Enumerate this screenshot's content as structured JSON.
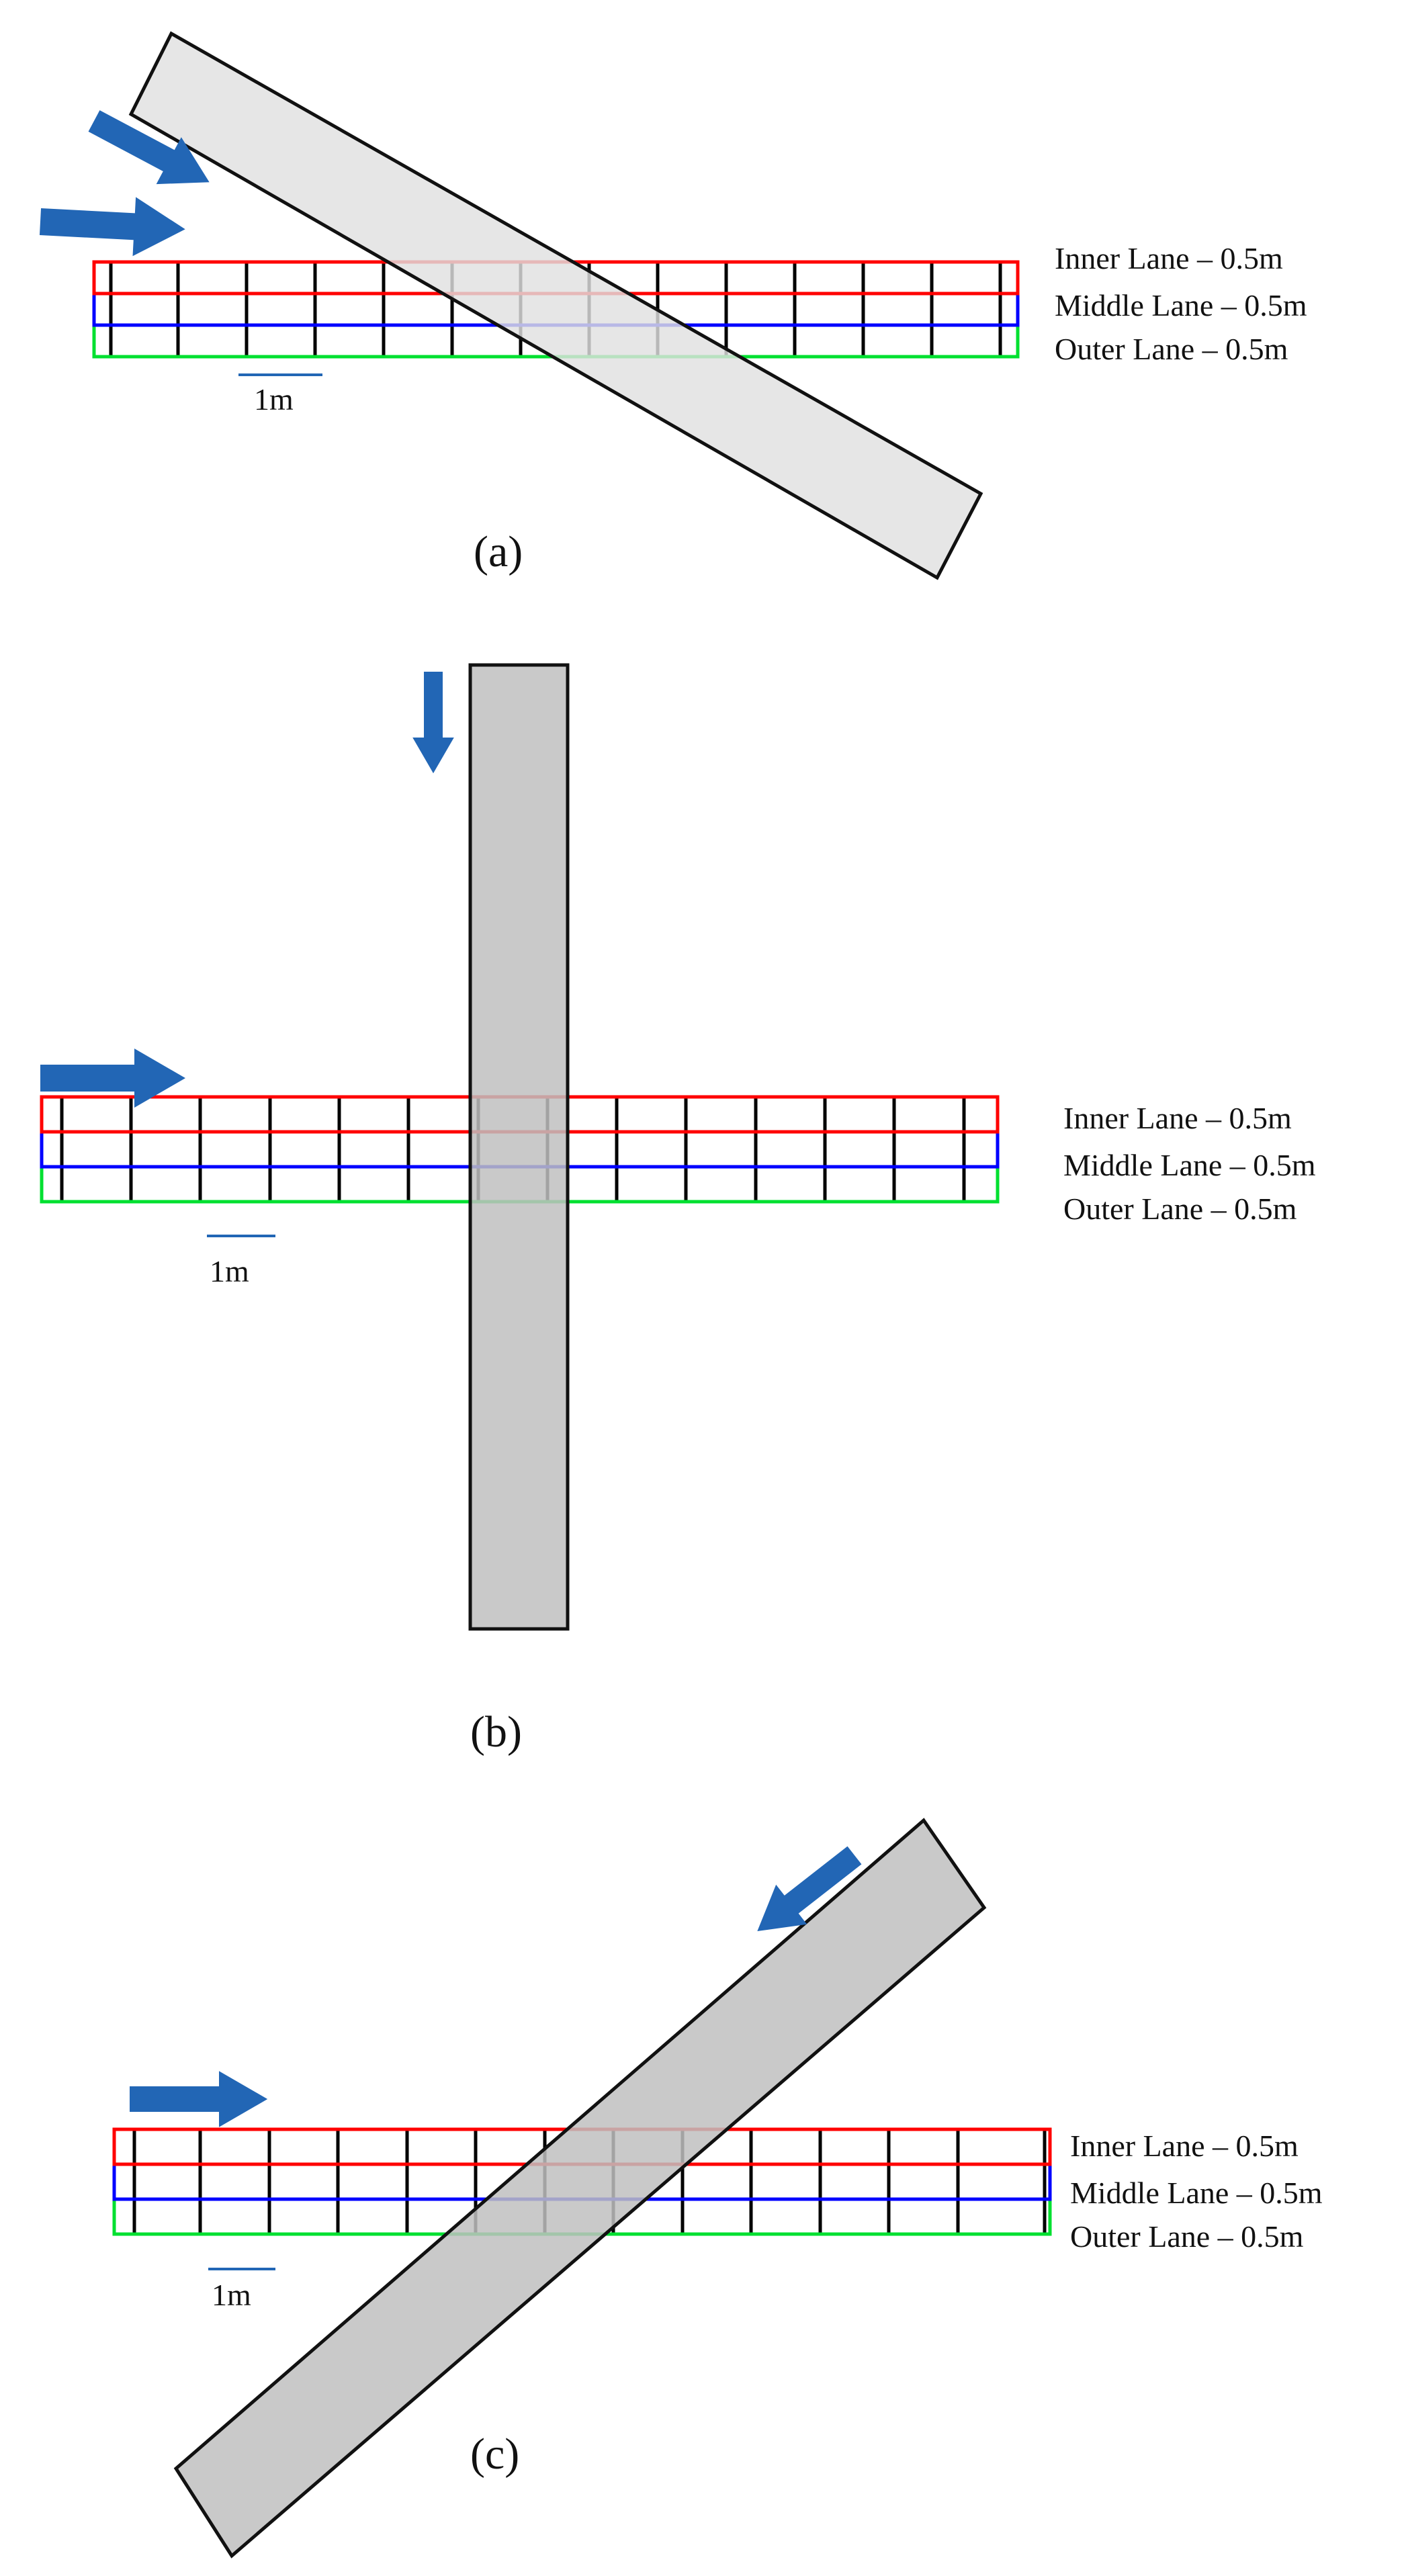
{
  "colors": {
    "inner_lane": "#ff0000",
    "middle_lane": "#0000ff",
    "outer_lane": "#00e030",
    "grid": "#000000",
    "arrow": "#2266b5",
    "strip_a": "#e0e0e0",
    "strip_bc": "#c0c0c0",
    "scale_bar": "#2266b5"
  },
  "icons": {
    "flow_arrow": "right-arrow-icon"
  },
  "panels": [
    {
      "id": "a",
      "caption": "(a)",
      "lane_labels": [
        "Inner Lane – 0.5m",
        "Middle Lane – 0.5m",
        "Outer Lane – 0.5m"
      ],
      "scale_label": "1m"
    },
    {
      "id": "b",
      "caption": "(b)",
      "lane_labels": [
        "Inner Lane – 0.5m",
        "Middle Lane – 0.5m",
        "Outer Lane – 0.5m"
      ],
      "scale_label": "1m"
    },
    {
      "id": "c",
      "caption": "(c)",
      "lane_labels": [
        "Inner Lane – 0.5m",
        "Middle Lane – 0.5m",
        "Outer Lane – 0.5m"
      ],
      "scale_label": "1m"
    }
  ]
}
